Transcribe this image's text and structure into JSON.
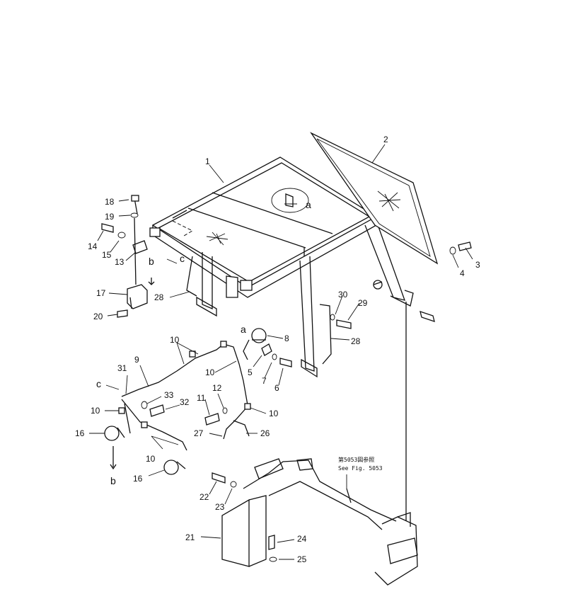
{
  "callouts": [
    {
      "id": "1",
      "text": "1"
    },
    {
      "id": "2",
      "text": "2"
    },
    {
      "id": "3",
      "text": "3"
    },
    {
      "id": "4",
      "text": "4"
    },
    {
      "id": "5",
      "text": "5"
    },
    {
      "id": "6",
      "text": "6"
    },
    {
      "id": "7",
      "text": "7"
    },
    {
      "id": "8",
      "text": "8"
    },
    {
      "id": "9",
      "text": "9"
    },
    {
      "id": "10a",
      "text": "10"
    },
    {
      "id": "10b",
      "text": "10"
    },
    {
      "id": "10c",
      "text": "10"
    },
    {
      "id": "10d",
      "text": "10"
    },
    {
      "id": "10e",
      "text": "10"
    },
    {
      "id": "11",
      "text": "11"
    },
    {
      "id": "12",
      "text": "12"
    },
    {
      "id": "13",
      "text": "13"
    },
    {
      "id": "14",
      "text": "14"
    },
    {
      "id": "15",
      "text": "15"
    },
    {
      "id": "16a",
      "text": "16"
    },
    {
      "id": "16b",
      "text": "16"
    },
    {
      "id": "17",
      "text": "17"
    },
    {
      "id": "18",
      "text": "18"
    },
    {
      "id": "19",
      "text": "19"
    },
    {
      "id": "20",
      "text": "20"
    },
    {
      "id": "21",
      "text": "21"
    },
    {
      "id": "22",
      "text": "22"
    },
    {
      "id": "23",
      "text": "23"
    },
    {
      "id": "24",
      "text": "24"
    },
    {
      "id": "25",
      "text": "25"
    },
    {
      "id": "26",
      "text": "26"
    },
    {
      "id": "27",
      "text": "27"
    },
    {
      "id": "28a",
      "text": "28"
    },
    {
      "id": "28b",
      "text": "28"
    },
    {
      "id": "29",
      "text": "29"
    },
    {
      "id": "30",
      "text": "30"
    },
    {
      "id": "31",
      "text": "31"
    },
    {
      "id": "32",
      "text": "32"
    },
    {
      "id": "33",
      "text": "33"
    }
  ],
  "view_markers": [
    {
      "id": "a1",
      "text": "a"
    },
    {
      "id": "a2",
      "text": "a"
    },
    {
      "id": "b1",
      "text": "b"
    },
    {
      "id": "b2",
      "text": "b"
    },
    {
      "id": "c1",
      "text": "c"
    },
    {
      "id": "c2",
      "text": "c"
    }
  ],
  "figure_ref": {
    "jp": "第5053図参照",
    "en": "See Fig. 5053"
  }
}
